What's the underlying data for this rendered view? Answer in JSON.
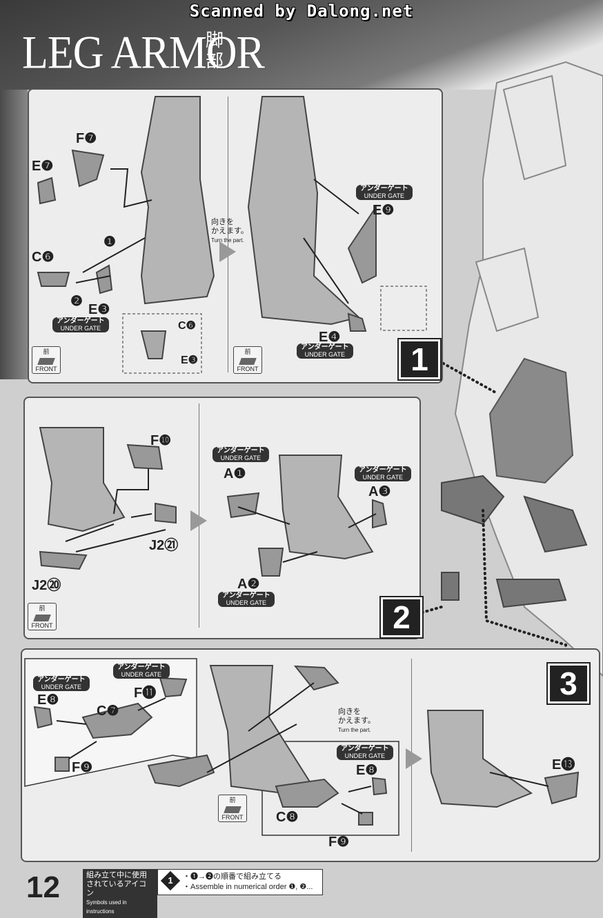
{
  "header": {
    "scan_credit": "Scanned by Dalong.net",
    "title": "LEG ARMOR",
    "title_jp": "脚部"
  },
  "step1": {
    "number": "1",
    "parts": {
      "f7": "F❼",
      "e7": "E❼",
      "c6": "C❻",
      "e3": "E❸",
      "e9": "E❾",
      "e4": "E❹",
      "c6_inset": "C❻",
      "e3_inset": "E❸"
    },
    "order_marks": [
      "❷",
      "❶"
    ],
    "under_gate_jp": "アンダーゲート",
    "under_gate_en": "UNDER GATE",
    "turn_jp": "向きを\nかえます。",
    "turn_en": "Turn the part.",
    "front_jp": "前",
    "front_en": "FRONT"
  },
  "step2": {
    "number": "2",
    "parts": {
      "f10": "F❿",
      "j2_21": "J2㉑",
      "j2_20": "J2⑳",
      "a1": "A❶",
      "a3": "A❸",
      "a2": "A❷"
    },
    "under_gate_jp": "アンダーゲート",
    "under_gate_en": "UNDER GATE",
    "front_jp": "前",
    "front_en": "FRONT"
  },
  "step3": {
    "number": "3",
    "parts": {
      "e8": "E❽",
      "f11": "F⓫",
      "c7": "C❼",
      "f9": "F❾",
      "e8b": "E❽",
      "c8": "C❽",
      "f9b": "F❾",
      "e13": "E⓭"
    },
    "under_gate_jp": "アンダーゲート",
    "under_gate_en": "UNDER GATE",
    "turn_jp": "向きを\nかえます。",
    "turn_en": "Turn the part.",
    "front_jp": "前",
    "front_en": "FRONT"
  },
  "footer": {
    "page_number": "12",
    "legend_title_jp": "組み立て中に使用\nされているアイコン",
    "legend_title_en": "Symbols used in instructions",
    "legend_icon": "1",
    "legend_line1": "・❶→❷の順番で組み立てる",
    "legend_line2": "・Assemble in numerical order ❶, ❷..."
  }
}
